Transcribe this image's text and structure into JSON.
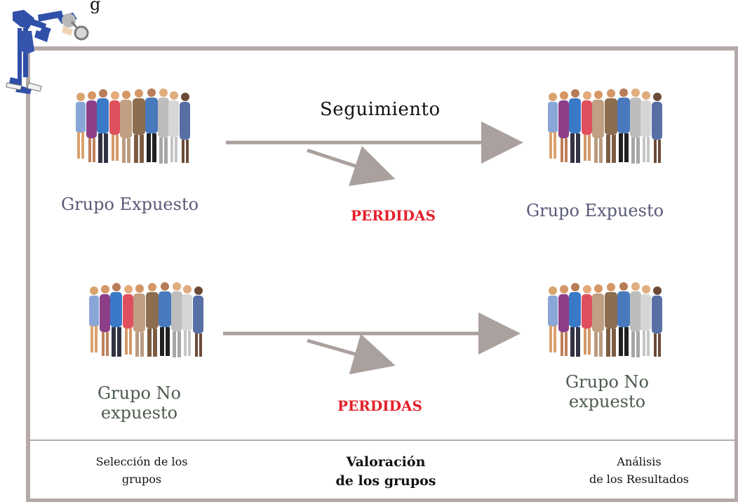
{
  "diagram": {
    "title_fragment": "g",
    "seguimiento": "Seguimiento",
    "top_left_group": "Grupo Expuesto",
    "top_right_group": "Grupo Expuesto",
    "bottom_left_group_line1": "Grupo No",
    "bottom_left_group_line2": "expuesto",
    "bottom_right_group_line1": "Grupo No",
    "bottom_right_group_line2": "expuesto",
    "losses_top": "PERDIDAS",
    "losses_bottom": "PERDIDAS",
    "footer": {
      "selection_line1": "Selección de los",
      "selection_line2": "grupos",
      "valuation_line1": "Valoración",
      "valuation_line2": "de los grupos",
      "analysis_line1": "Análisis",
      "analysis_line2": "de los Resultados"
    },
    "colors": {
      "frame": "#b5aaa8",
      "arrow": "#aaa09e",
      "losses": "#e5202a",
      "exposed_label": "#5a5a78",
      "unexposed_label": "#4d5b4d"
    },
    "icons": {
      "detective": "detective-with-magnifier",
      "crowd": "people-group"
    }
  }
}
